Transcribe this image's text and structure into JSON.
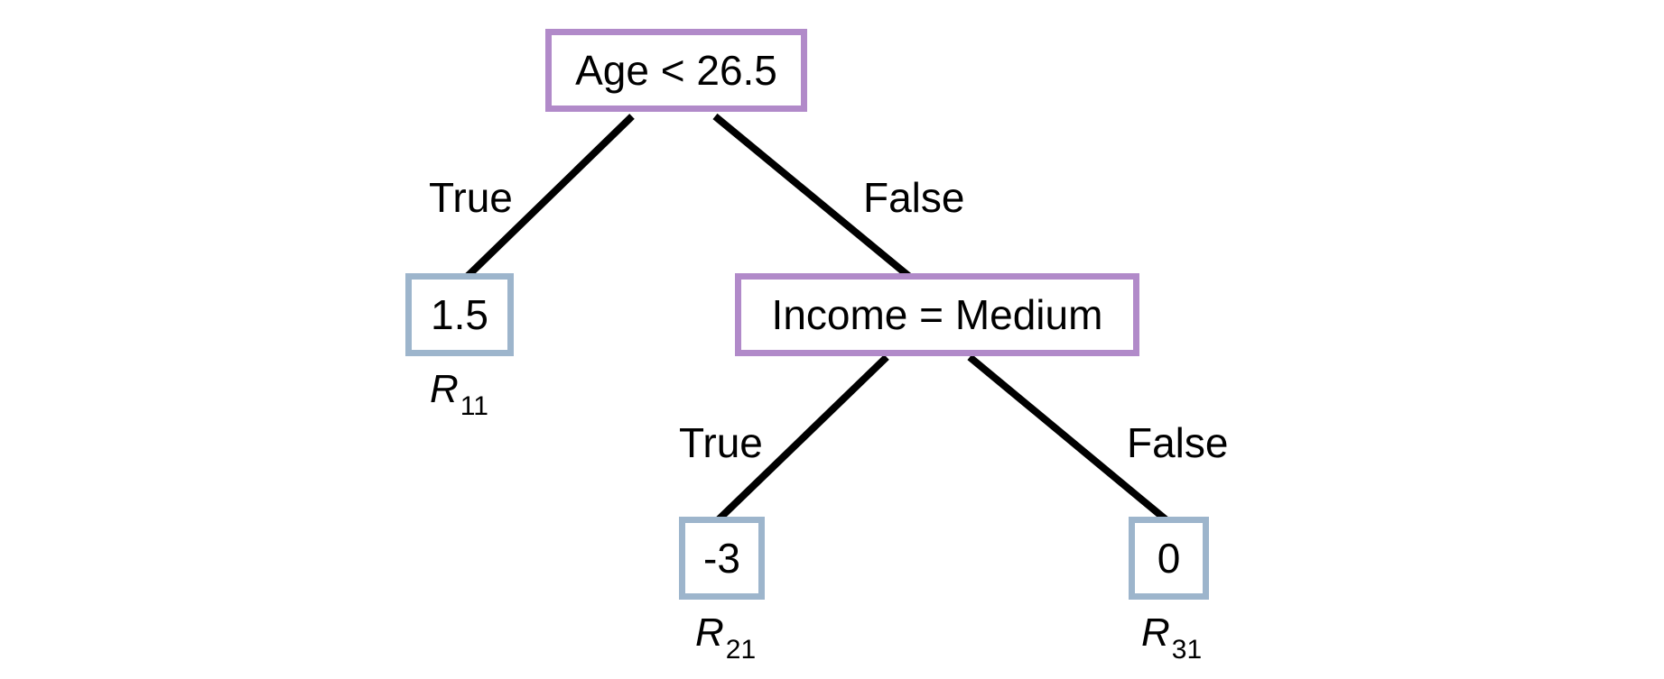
{
  "tree": {
    "root": {
      "condition": "Age < 26.5",
      "true_branch_label": "True",
      "false_branch_label": "False"
    },
    "leaf_left": {
      "value": "1.5",
      "region_symbol": "R",
      "region_subscript": "11"
    },
    "internal": {
      "condition": "Income = Medium",
      "true_branch_label": "True",
      "false_branch_label": "False"
    },
    "leaf_mid": {
      "value": "-3",
      "region_symbol": "R",
      "region_subscript": "21"
    },
    "leaf_right": {
      "value": "0",
      "region_symbol": "R",
      "region_subscript": "31"
    },
    "colors": {
      "split_node_border": "#b18ac9",
      "leaf_node_border": "#9db5cc",
      "edge": "#000000"
    }
  }
}
